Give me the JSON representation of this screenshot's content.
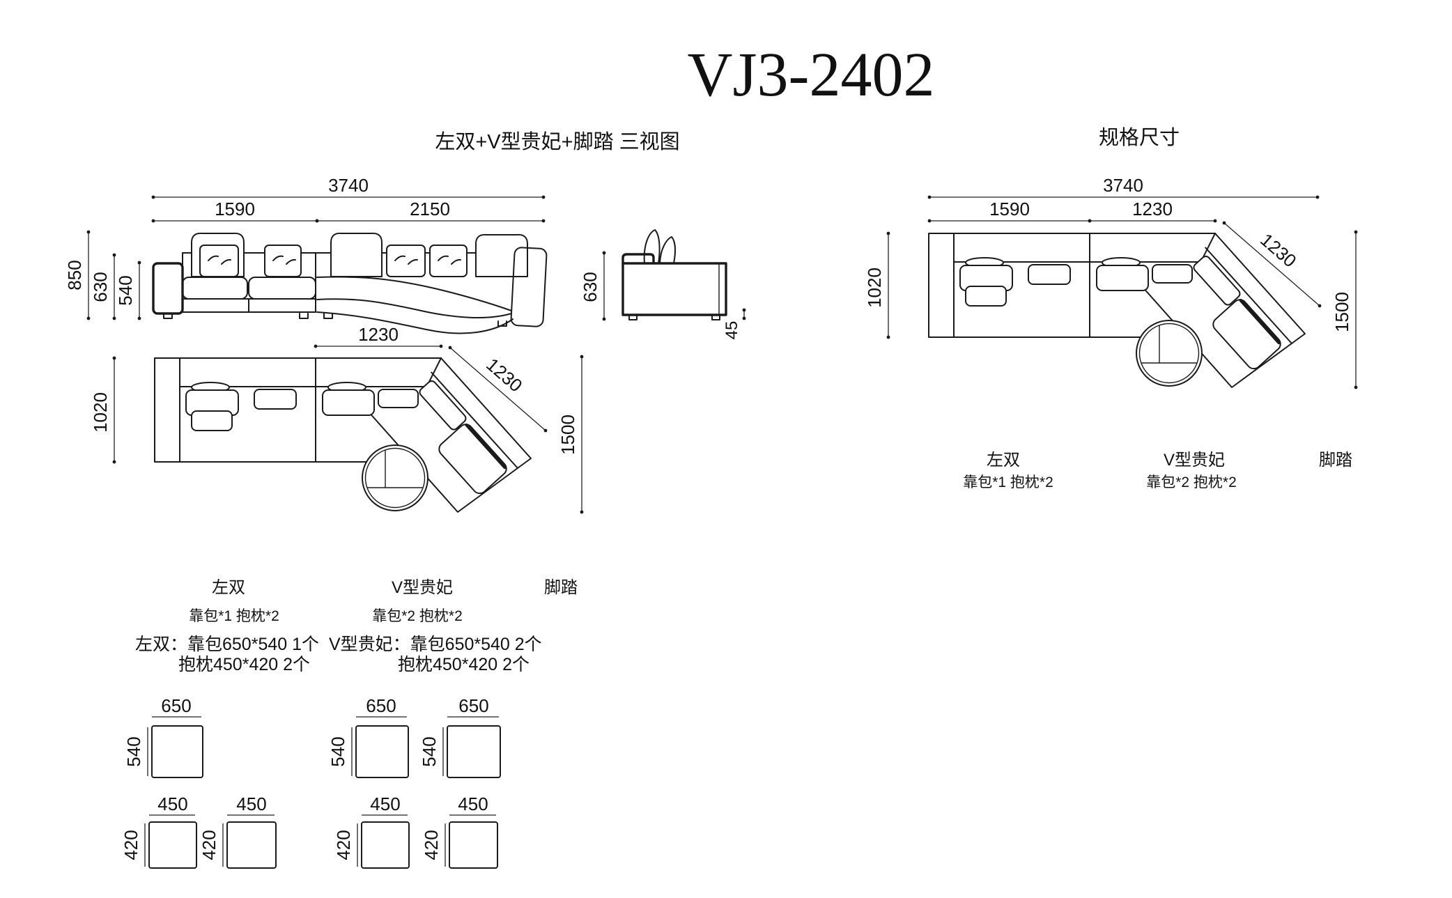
{
  "title": "VJ3-2402",
  "left_section": {
    "heading": "左双+V型贵妃+脚踏 三视图",
    "front_dims": {
      "total_width": "3740",
      "left_width": "1590",
      "chaise_width": "2150",
      "total_height": "850",
      "back_height": "630",
      "arm_height": "540"
    },
    "side_dims": {
      "depth_height": "630",
      "leg_height": "45"
    },
    "plan_dims": {
      "depth": "1020",
      "chaise_start": "1230",
      "chaise_width": "1230",
      "chaise_length": "1500"
    },
    "part_labels": {
      "left_double": "左双",
      "left_double_detail": "靠包*1 抱枕*2",
      "chaise": "V型贵妃",
      "chaise_detail": "靠包*2 抱枕*2",
      "footstool": "脚踏"
    },
    "notes": {
      "left_line1": "左双：靠包650*540 1个",
      "left_line2": "抱枕450*420 2个",
      "chaise_line1": "V型贵妃：靠包650*540 2个",
      "chaise_line2": "抱枕450*420 2个"
    },
    "cushion_dims": {
      "back_width": "650",
      "back_height": "540",
      "pillow_width": "450",
      "pillow_height": "420"
    }
  },
  "right_section": {
    "heading": "规格尺寸",
    "plan_dims": {
      "total_width": "3740",
      "left_width": "1590",
      "chaise_start": "1230",
      "depth": "1020",
      "chaise_width": "1230",
      "chaise_length": "1500"
    },
    "part_labels": {
      "left_double": "左双",
      "left_double_detail": "靠包*1 抱枕*2",
      "chaise": "V型贵妃",
      "chaise_detail": "靠包*2 抱枕*2",
      "footstool": "脚踏"
    }
  }
}
